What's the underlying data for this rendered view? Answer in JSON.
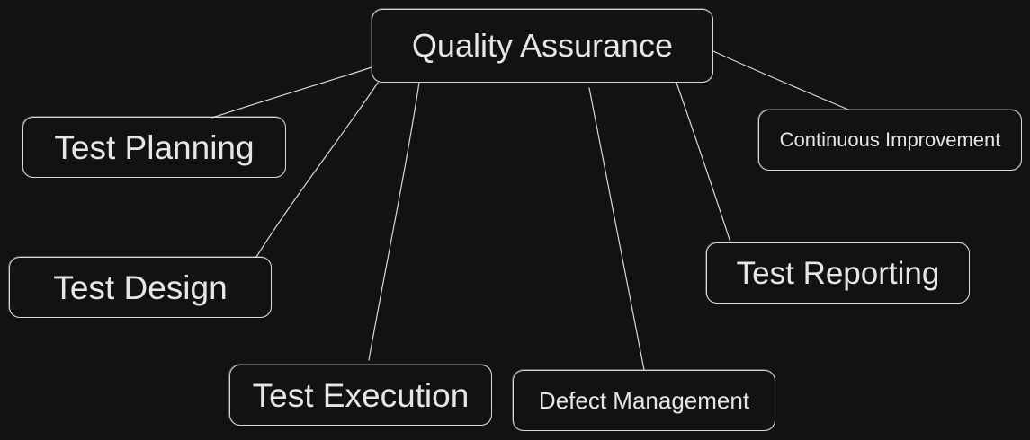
{
  "diagram": {
    "background": "#121212",
    "stroke_color": "#d8d8d8",
    "text_color": "#e6e6e6",
    "root": {
      "label": "Quality Assurance"
    },
    "children": [
      {
        "id": "planning",
        "label": "Test Planning"
      },
      {
        "id": "design",
        "label": "Test Design"
      },
      {
        "id": "execution",
        "label": "Test Execution"
      },
      {
        "id": "defect",
        "label": "Defect Management"
      },
      {
        "id": "reporting",
        "label": "Test Reporting"
      },
      {
        "id": "improvement",
        "label": "Continuous Improvement"
      }
    ]
  }
}
